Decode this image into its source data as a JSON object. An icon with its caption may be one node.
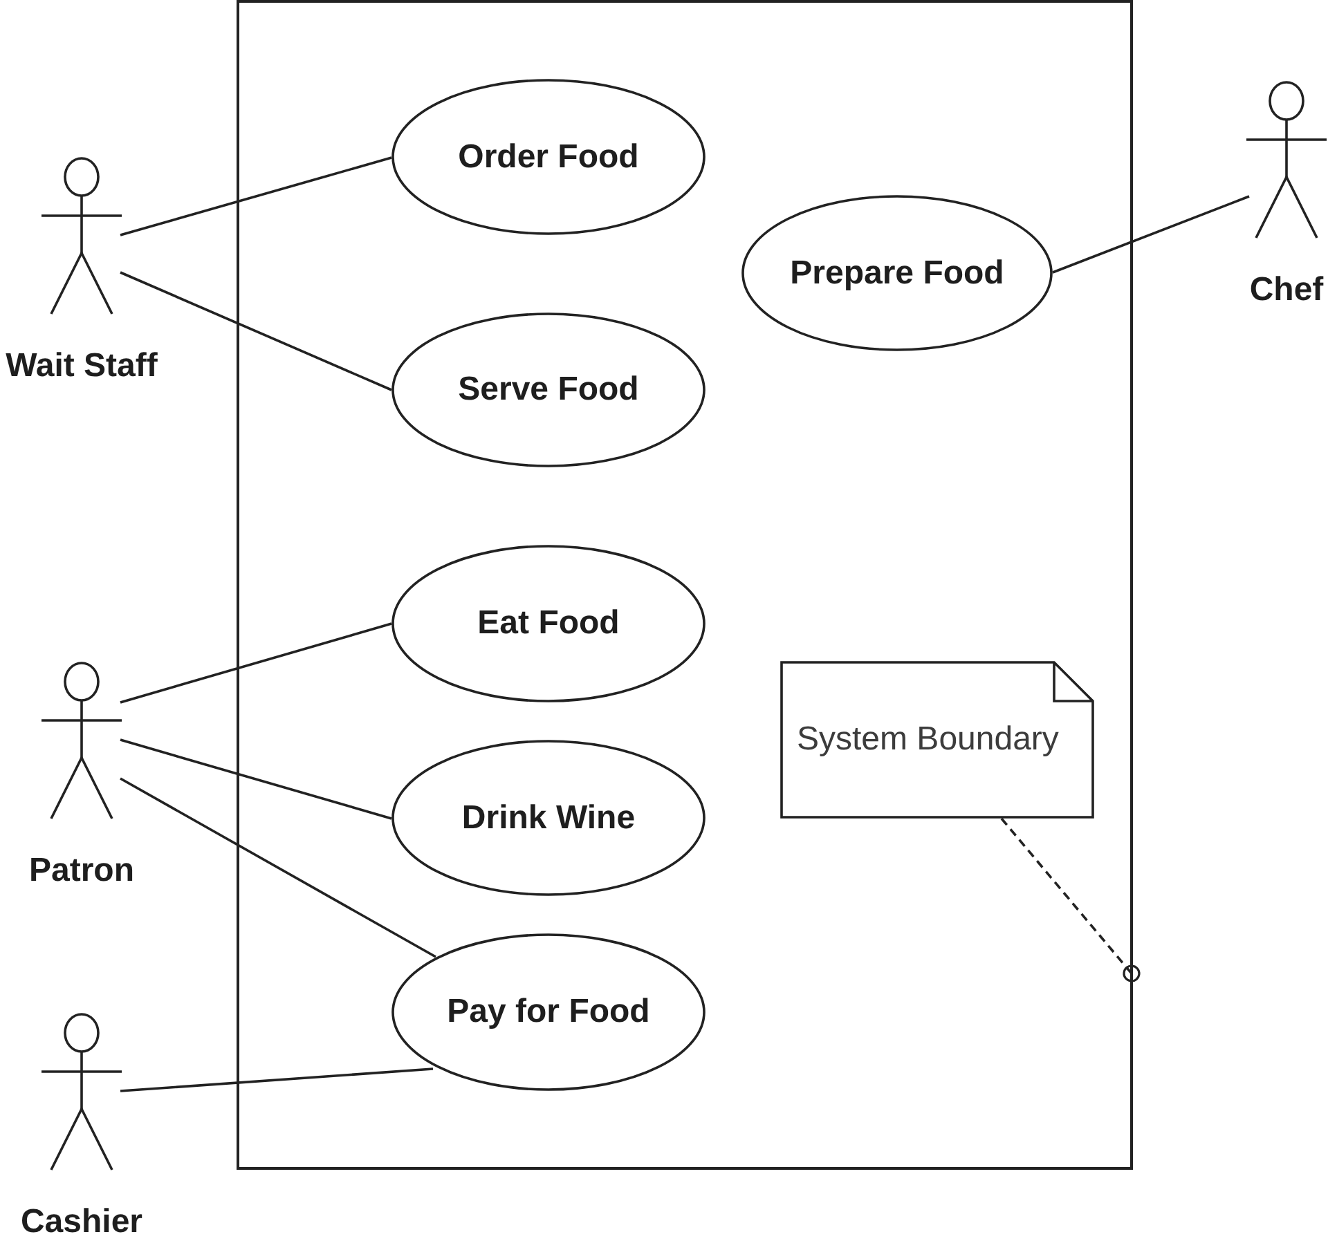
{
  "diagram": {
    "nodes": [
      {
        "text": [
          "Wait Staff"
        ]
      },
      {
        "text": [],
        "shape": "box"
      },
      {
        "text": [
          "Order Food"
        ],
        "in": 1
      },
      {
        "text": [
          "Prepare Food"
        ],
        "in": 1
      },
      {
        "text": [
          "Chef"
        ]
      },
      {
        "text": [
          "Serve Food"
        ],
        "in": 1
      },
      {
        "text": [
          "Eat Food"
        ],
        "in": 1
      },
      {
        "text": [
          "System Boundary"
        ],
        "in": 1
      },
      {
        "text": [
          "Patron"
        ]
      },
      {
        "text": [
          "Drink Wine"
        ],
        "in": 1
      },
      {
        "text": [
          "Pay for Food"
        ],
        "in": 1
      },
      {
        "text": [
          "Cashier"
        ]
      }
    ],
    "edges": [
      {
        "from": 0,
        "to": 2,
        "arrow": "none"
      },
      {
        "from": 0,
        "to": 5,
        "arrow": "none"
      },
      {
        "from": 4,
        "to": 3,
        "arrow": "none"
      },
      {
        "from": 8,
        "to": 6,
        "arrow": "none"
      },
      {
        "from": 8,
        "to": 9,
        "arrow": "none"
      },
      {
        "from": 8,
        "to": 10,
        "arrow": "none"
      },
      {
        "from": 11,
        "to": 10,
        "arrow": "none"
      },
      {
        "from": 7,
        "to": 1,
        "arrow": "other",
        "style": "dashed"
      }
    ]
  }
}
